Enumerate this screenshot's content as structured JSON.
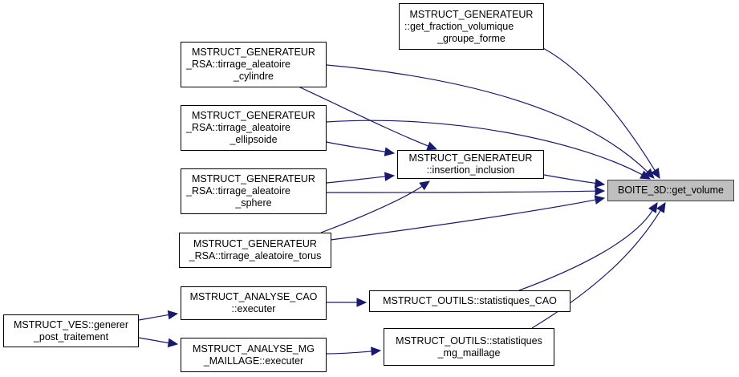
{
  "graph": {
    "type": "doxygen-caller-graph",
    "focus_node": "get_volume",
    "edge_color": "#191970",
    "focus_fill": "#bfbfbf",
    "nodes": {
      "get_volume": {
        "lines": [
          "BOITE_3D::get_volume"
        ]
      },
      "get_fraction": {
        "lines": [
          "MSTRUCT_GENERATEUR",
          "::get_fraction_volumique",
          "_groupe_forme"
        ]
      },
      "cylindre": {
        "lines": [
          "MSTRUCT_GENERATEUR",
          "_RSA::tirrage_aleatoire",
          "_cylindre"
        ]
      },
      "ellipsoide": {
        "lines": [
          "MSTRUCT_GENERATEUR",
          "_RSA::tirrage_aleatoire",
          "_ellipsoide"
        ]
      },
      "insertion": {
        "lines": [
          "MSTRUCT_GENERATEUR",
          "::insertion_inclusion"
        ]
      },
      "sphere": {
        "lines": [
          "MSTRUCT_GENERATEUR",
          "_RSA::tirrage_aleatoire",
          "_sphere"
        ]
      },
      "torus": {
        "lines": [
          "MSTRUCT_GENERATEUR",
          "_RSA::tirrage_aleatoire_torus"
        ]
      },
      "analyse_cao": {
        "lines": [
          "MSTRUCT_ANALYSE_CAO",
          "::executer"
        ]
      },
      "stat_cao": {
        "lines": [
          "MSTRUCT_OUTILS::statistiques_CAO"
        ]
      },
      "ves": {
        "lines": [
          "MSTRUCT_VES::generer",
          "_post_traitement"
        ]
      },
      "analyse_mg": {
        "lines": [
          "MSTRUCT_ANALYSE_MG",
          "_MAILLAGE::executer"
        ]
      },
      "stat_mg": {
        "lines": [
          "MSTRUCT_OUTILS::statistiques",
          "_mg_maillage"
        ]
      }
    },
    "edges": [
      {
        "from": "get_fraction",
        "to": "get_volume"
      },
      {
        "from": "cylindre",
        "to": "get_volume"
      },
      {
        "from": "cylindre",
        "to": "insertion"
      },
      {
        "from": "ellipsoide",
        "to": "get_volume"
      },
      {
        "from": "ellipsoide",
        "to": "insertion"
      },
      {
        "from": "insertion",
        "to": "get_volume"
      },
      {
        "from": "sphere",
        "to": "insertion"
      },
      {
        "from": "sphere",
        "to": "get_volume"
      },
      {
        "from": "torus",
        "to": "insertion"
      },
      {
        "from": "torus",
        "to": "get_volume"
      },
      {
        "from": "stat_cao",
        "to": "get_volume"
      },
      {
        "from": "stat_mg",
        "to": "get_volume"
      },
      {
        "from": "analyse_cao",
        "to": "stat_cao"
      },
      {
        "from": "analyse_mg",
        "to": "stat_mg"
      },
      {
        "from": "ves",
        "to": "analyse_cao"
      },
      {
        "from": "ves",
        "to": "analyse_mg"
      }
    ]
  }
}
